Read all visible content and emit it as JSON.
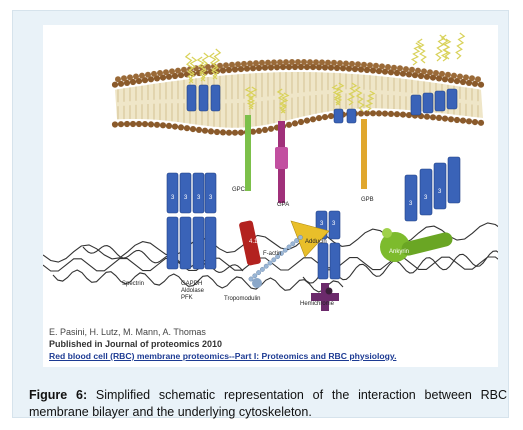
{
  "diagram": {
    "labels": {
      "band3": "3",
      "gpc": "GPC",
      "gpa": "GPA",
      "gpb": "GPB",
      "protein41": "4.1",
      "adducin": "Adducin",
      "factin": "F-actin",
      "ankyrin": "Ankyrin",
      "spectrin": "Spectrin",
      "gapdh": "GAPDH",
      "aldolase": "Aldolase",
      "pfk": "PFK",
      "tropomodulin": "Tropomodulin",
      "hemichrome": "Hemichrome"
    },
    "colors": {
      "lipid_head": "#8a5a2b",
      "band3": "#3a63b8",
      "glycans": "#d9d25a",
      "gpc": "#7cc04a",
      "gpa": "#a0307a",
      "gpb": "#e0a72e",
      "protein41": "#b3221f",
      "adducin": "#e9bf2a",
      "ankyrin": "#7dbb2d",
      "hemichrome": "#6b2a6b"
    }
  },
  "credit": {
    "authors": "E. Pasini, H. Lutz, M. Mann, A. Thomas",
    "published": "Published in Journal of proteomics 2010",
    "title_link": "Red blood cell (RBC) membrane proteomics--Part I: Proteomics and RBC physiology."
  },
  "caption": {
    "lead": "Figure 6:",
    "text": " Simplified schematic representation of the interaction between RBC membrane bilayer and the underlying cytoskeleton."
  }
}
